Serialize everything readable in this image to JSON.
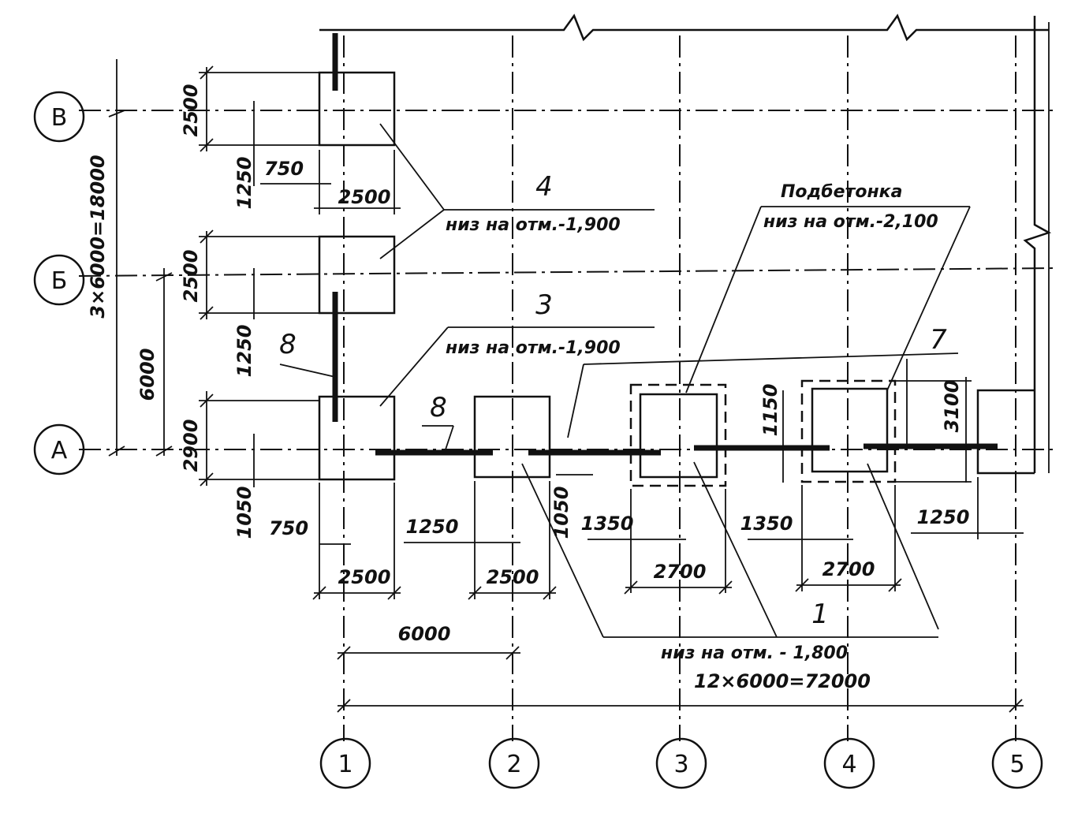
{
  "axes": {
    "rows": [
      "В",
      "Б",
      "А"
    ],
    "cols": [
      "1",
      "2",
      "3",
      "4",
      "5"
    ]
  },
  "dimensions": {
    "row_total": "3×6000=18000",
    "row_span": "6000",
    "footing_B_height": "2500",
    "footing_B_offset": "1250",
    "footing_B_width": "2500",
    "footing_B_side": "750",
    "footing_Bv_height": "2500",
    "footing_Bv_offset": "1250",
    "footing_A_height": "2900",
    "footing_A_offset": "1050",
    "offset_a1": "750",
    "width_a1": "2500",
    "offset_a2": "1250",
    "width_a2": "2500",
    "offset_a2_v": "1050",
    "offset_a3": "1350",
    "width_a3": "2700",
    "offset_a3_v": "1150",
    "offset_a4": "1350",
    "width_a4": "2700",
    "height_a4": "3100",
    "offset_a5": "1250",
    "col_span": "6000",
    "col_total": "12×6000=72000"
  },
  "callouts": {
    "c4_num": "4",
    "c4_text": "низ на отм.-1,900",
    "c3_num": "3",
    "c3_text": "низ на отм.-1,900",
    "c8_a": "8",
    "c8_b": "8",
    "c7_num": "7",
    "pad_title": "Подбетонка",
    "pad_text": "низ на отм.-2,100",
    "c1_num": "1",
    "c1_text": "низ на отм. - 1,800"
  }
}
